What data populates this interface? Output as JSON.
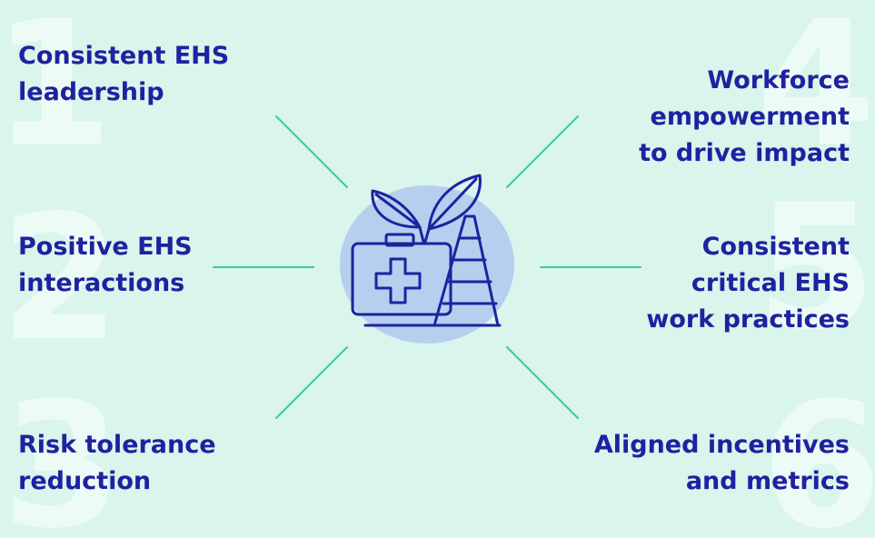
{
  "items": [
    {
      "number": "1",
      "lines": [
        "Consistent EHS",
        "leadership"
      ]
    },
    {
      "number": "2",
      "lines": [
        "Positive EHS",
        "interactions"
      ]
    },
    {
      "number": "3",
      "lines": [
        "Risk tolerance",
        "reduction"
      ]
    },
    {
      "number": "4",
      "lines": [
        "Workforce",
        "empowerment",
        "to drive impact"
      ]
    },
    {
      "number": "5",
      "lines": [
        "Consistent",
        "critical EHS",
        "work practices"
      ]
    },
    {
      "number": "6",
      "lines": [
        "Aligned incentives",
        "and metrics"
      ]
    }
  ],
  "center": {
    "icon": "first-aid-kit-plant-cone-icon"
  },
  "colors": {
    "background": "#d9f5ec",
    "text": "#1e22a0",
    "big_numbers": "#edfbf6",
    "connector": "#3cc99a",
    "icon_circle": "#b6cfee",
    "icon_stroke": "#1e22a0"
  }
}
